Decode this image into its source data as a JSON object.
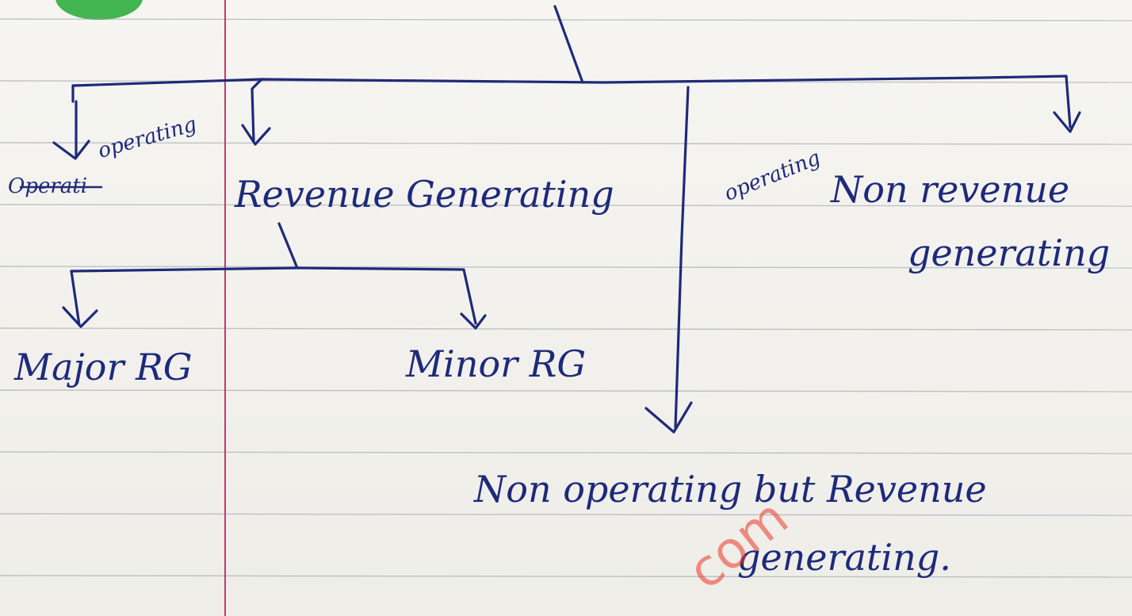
{
  "diagram": {
    "ink_color": "#1e2a7a",
    "margin_color": "#c33a6d",
    "rule_color": "#9aa3ad",
    "accent_blob_color": "#2fae3f",
    "nodes": {
      "left_strike": "Operati",
      "left_operating": "operating",
      "revenue_generating": "Revenue Generating",
      "right_operating": "operating",
      "non_revenue_line1": "Non revenue",
      "non_revenue_line2": "generating",
      "major_rg": "Major RG",
      "minor_rg": "Minor RG",
      "non_operating_line1": "Non operating but Revenue",
      "non_operating_line2": "generating."
    }
  },
  "watermark": {
    "text": "com",
    "color": "#eb3728"
  }
}
